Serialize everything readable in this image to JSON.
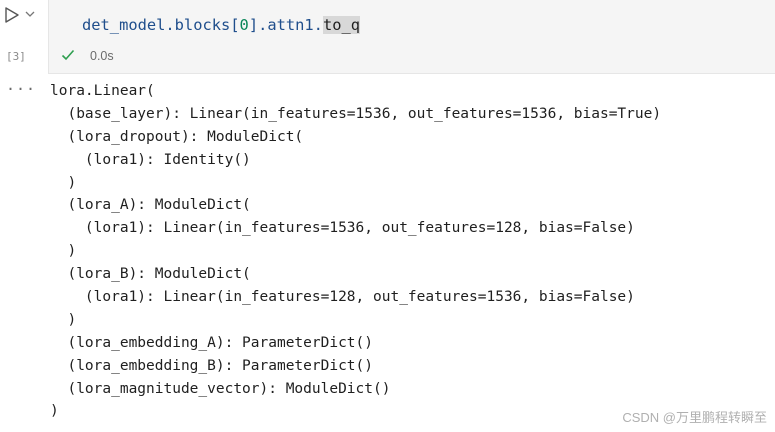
{
  "cell": {
    "execution_count": "[3]",
    "status_time": "0.0s",
    "code": {
      "part1": "det_model.blocks[",
      "index": "0",
      "part2": "].attn1.",
      "selected": "to_q"
    }
  },
  "output": {
    "more_label": "···",
    "lines": [
      "lora.Linear(",
      "  (base_layer): Linear(in_features=1536, out_features=1536, bias=True)",
      "  (lora_dropout): ModuleDict(",
      "    (lora1): Identity()",
      "  )",
      "  (lora_A): ModuleDict(",
      "    (lora1): Linear(in_features=1536, out_features=128, bias=False)",
      "  )",
      "  (lora_B): ModuleDict(",
      "    (lora1): Linear(in_features=128, out_features=1536, bias=False)",
      "  )",
      "  (lora_embedding_A): ParameterDict()",
      "  (lora_embedding_B): ParameterDict()",
      "  (lora_magnitude_vector): ModuleDict()",
      ")"
    ]
  },
  "watermark": "CSDN @万里鹏程转瞬至",
  "icons": {
    "run": "play-icon",
    "expand": "chevron-down-icon",
    "status": "check-icon"
  },
  "colors": {
    "editor_bg": "#f5f5f5",
    "check": "#2e9e4f",
    "identifier": "#1f4e8c",
    "number": "#098658",
    "selection": "#d8d8d8"
  }
}
